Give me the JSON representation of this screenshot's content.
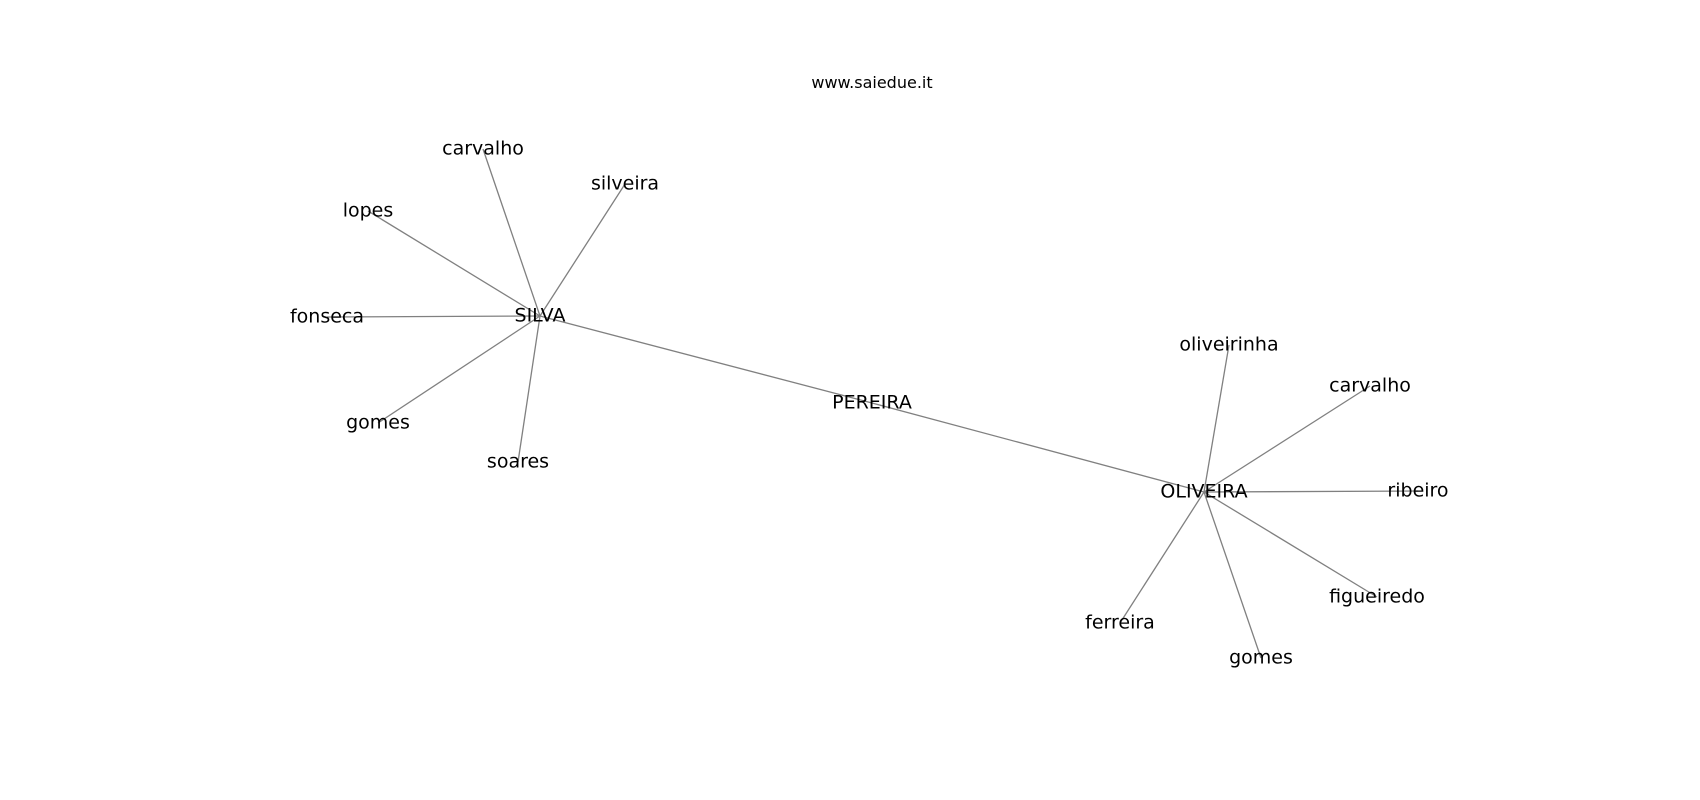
{
  "watermark": "www.saiedue.it",
  "colors": {
    "edge": "#808080",
    "text": "#000000",
    "background": "#ffffff"
  },
  "nodes": [
    {
      "id": "pereira",
      "label": "PEREIRA"
    },
    {
      "id": "silva",
      "label": "SILVA"
    },
    {
      "id": "oliveira",
      "label": "OLIVEIRA"
    },
    {
      "id": "silva-carvalho",
      "label": "carvalho"
    },
    {
      "id": "silva-silveira",
      "label": "silveira"
    },
    {
      "id": "silva-lopes",
      "label": "lopes"
    },
    {
      "id": "silva-fonseca",
      "label": "fonseca"
    },
    {
      "id": "silva-gomes",
      "label": "gomes"
    },
    {
      "id": "silva-soares",
      "label": "soares"
    },
    {
      "id": "oliveira-oliveirinha",
      "label": "oliveirinha"
    },
    {
      "id": "oliveira-carvalho",
      "label": "carvalho"
    },
    {
      "id": "oliveira-ribeiro",
      "label": "ribeiro"
    },
    {
      "id": "oliveira-figueiredo",
      "label": "figueiredo"
    },
    {
      "id": "oliveira-gomes",
      "label": "gomes"
    },
    {
      "id": "oliveira-ferreira",
      "label": "ferreira"
    }
  ],
  "edges": [
    {
      "from": "silva",
      "to": "pereira"
    },
    {
      "from": "pereira",
      "to": "oliveira"
    },
    {
      "from": "silva",
      "to": "silva-carvalho"
    },
    {
      "from": "silva",
      "to": "silva-silveira"
    },
    {
      "from": "silva",
      "to": "silva-lopes"
    },
    {
      "from": "silva",
      "to": "silva-fonseca"
    },
    {
      "from": "silva",
      "to": "silva-gomes"
    },
    {
      "from": "silva",
      "to": "silva-soares"
    },
    {
      "from": "oliveira",
      "to": "oliveira-oliveirinha"
    },
    {
      "from": "oliveira",
      "to": "oliveira-carvalho"
    },
    {
      "from": "oliveira",
      "to": "oliveira-ribeiro"
    },
    {
      "from": "oliveira",
      "to": "oliveira-figueiredo"
    },
    {
      "from": "oliveira",
      "to": "oliveira-gomes"
    },
    {
      "from": "oliveira",
      "to": "oliveira-ferreira"
    }
  ]
}
